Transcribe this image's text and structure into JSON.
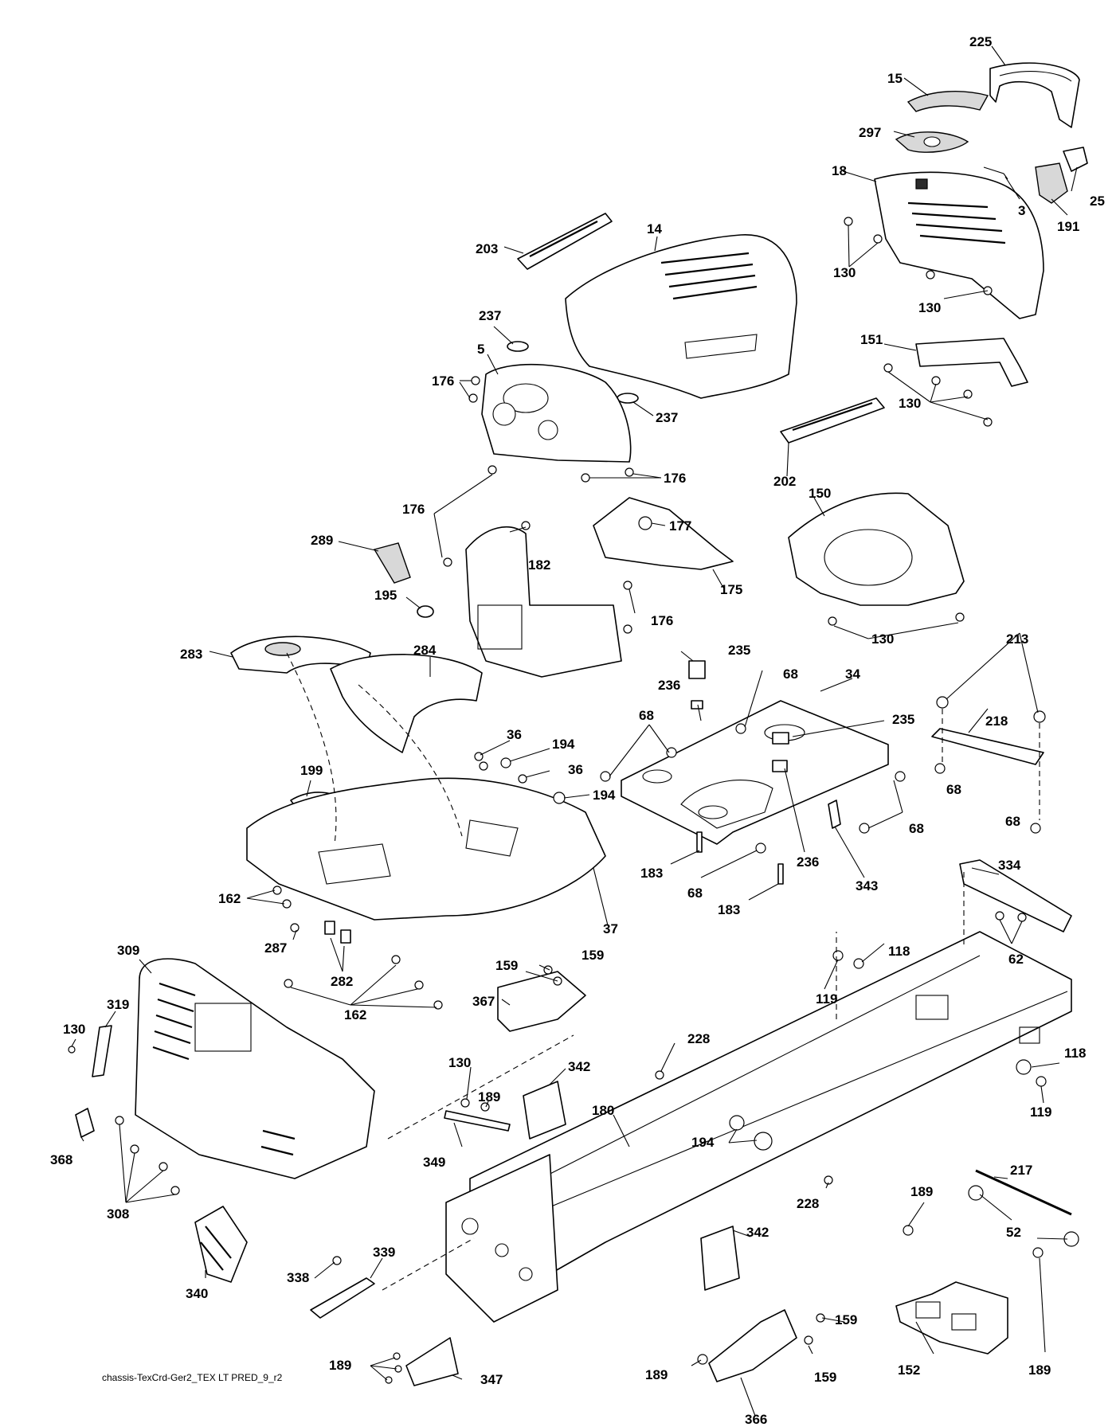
{
  "caption": "chassis-TexCrd-Ger2_TEX LT PRED_9_r2",
  "callouts": {
    "p225": "225",
    "p15": "15",
    "p297": "297",
    "p18": "18",
    "p25": "25",
    "p3": "3",
    "p191": "191",
    "p130_hood_a": "130",
    "p130_hood_b": "130",
    "p203": "203",
    "p14": "14",
    "p237_a": "237",
    "p237_b": "237",
    "p5": "5",
    "p176_a": "176",
    "p176_b": "176",
    "p176_c": "176",
    "p176_d": "176",
    "p151": "151",
    "p130_bracket": "130",
    "p202": "202",
    "p150": "150",
    "p130_shroud": "130",
    "p289": "289",
    "p182": "182",
    "p177": "177",
    "p175": "175",
    "p195": "195",
    "p283": "283",
    "p284": "284",
    "p36_a": "36",
    "p36_b": "36",
    "p194_a": "194",
    "p194_b": "194",
    "p199": "199",
    "p37": "37",
    "p162_a": "162",
    "p162_b": "162",
    "p287": "287",
    "p282": "282",
    "p236_a": "236",
    "p236_b": "236",
    "p235_a": "235",
    "p235_b": "235",
    "p68_a": "68",
    "p68_b": "68",
    "p68_c": "68",
    "p68_d": "68",
    "p68_e": "68",
    "p68_f": "68",
    "p34": "34",
    "p183_a": "183",
    "p183_b": "183",
    "p343": "343",
    "p213": "213",
    "p218": "218",
    "p334": "334",
    "p62": "62",
    "p118_a": "118",
    "p118_b": "118",
    "p119_a": "119",
    "p119_b": "119",
    "p309": "309",
    "p319": "319",
    "p130_grille": "130",
    "p368": "368",
    "p308": "308",
    "p340": "340",
    "p159_a": "159",
    "p159_b": "159",
    "p159_c": "159",
    "p159_d": "159",
    "p367": "367",
    "p130_bar": "130",
    "p189_a": "189",
    "p342_a": "342",
    "p349": "349",
    "p180": "180",
    "p228_a": "228",
    "p228_b": "228",
    "p194_c": "194",
    "p217": "217",
    "p52": "52",
    "p189_b": "189",
    "p152": "152",
    "p189_c": "189",
    "p342_b": "342",
    "p189_d": "189",
    "p366": "366",
    "p338": "338",
    "p339": "339",
    "p189_e": "189",
    "p347": "347"
  }
}
